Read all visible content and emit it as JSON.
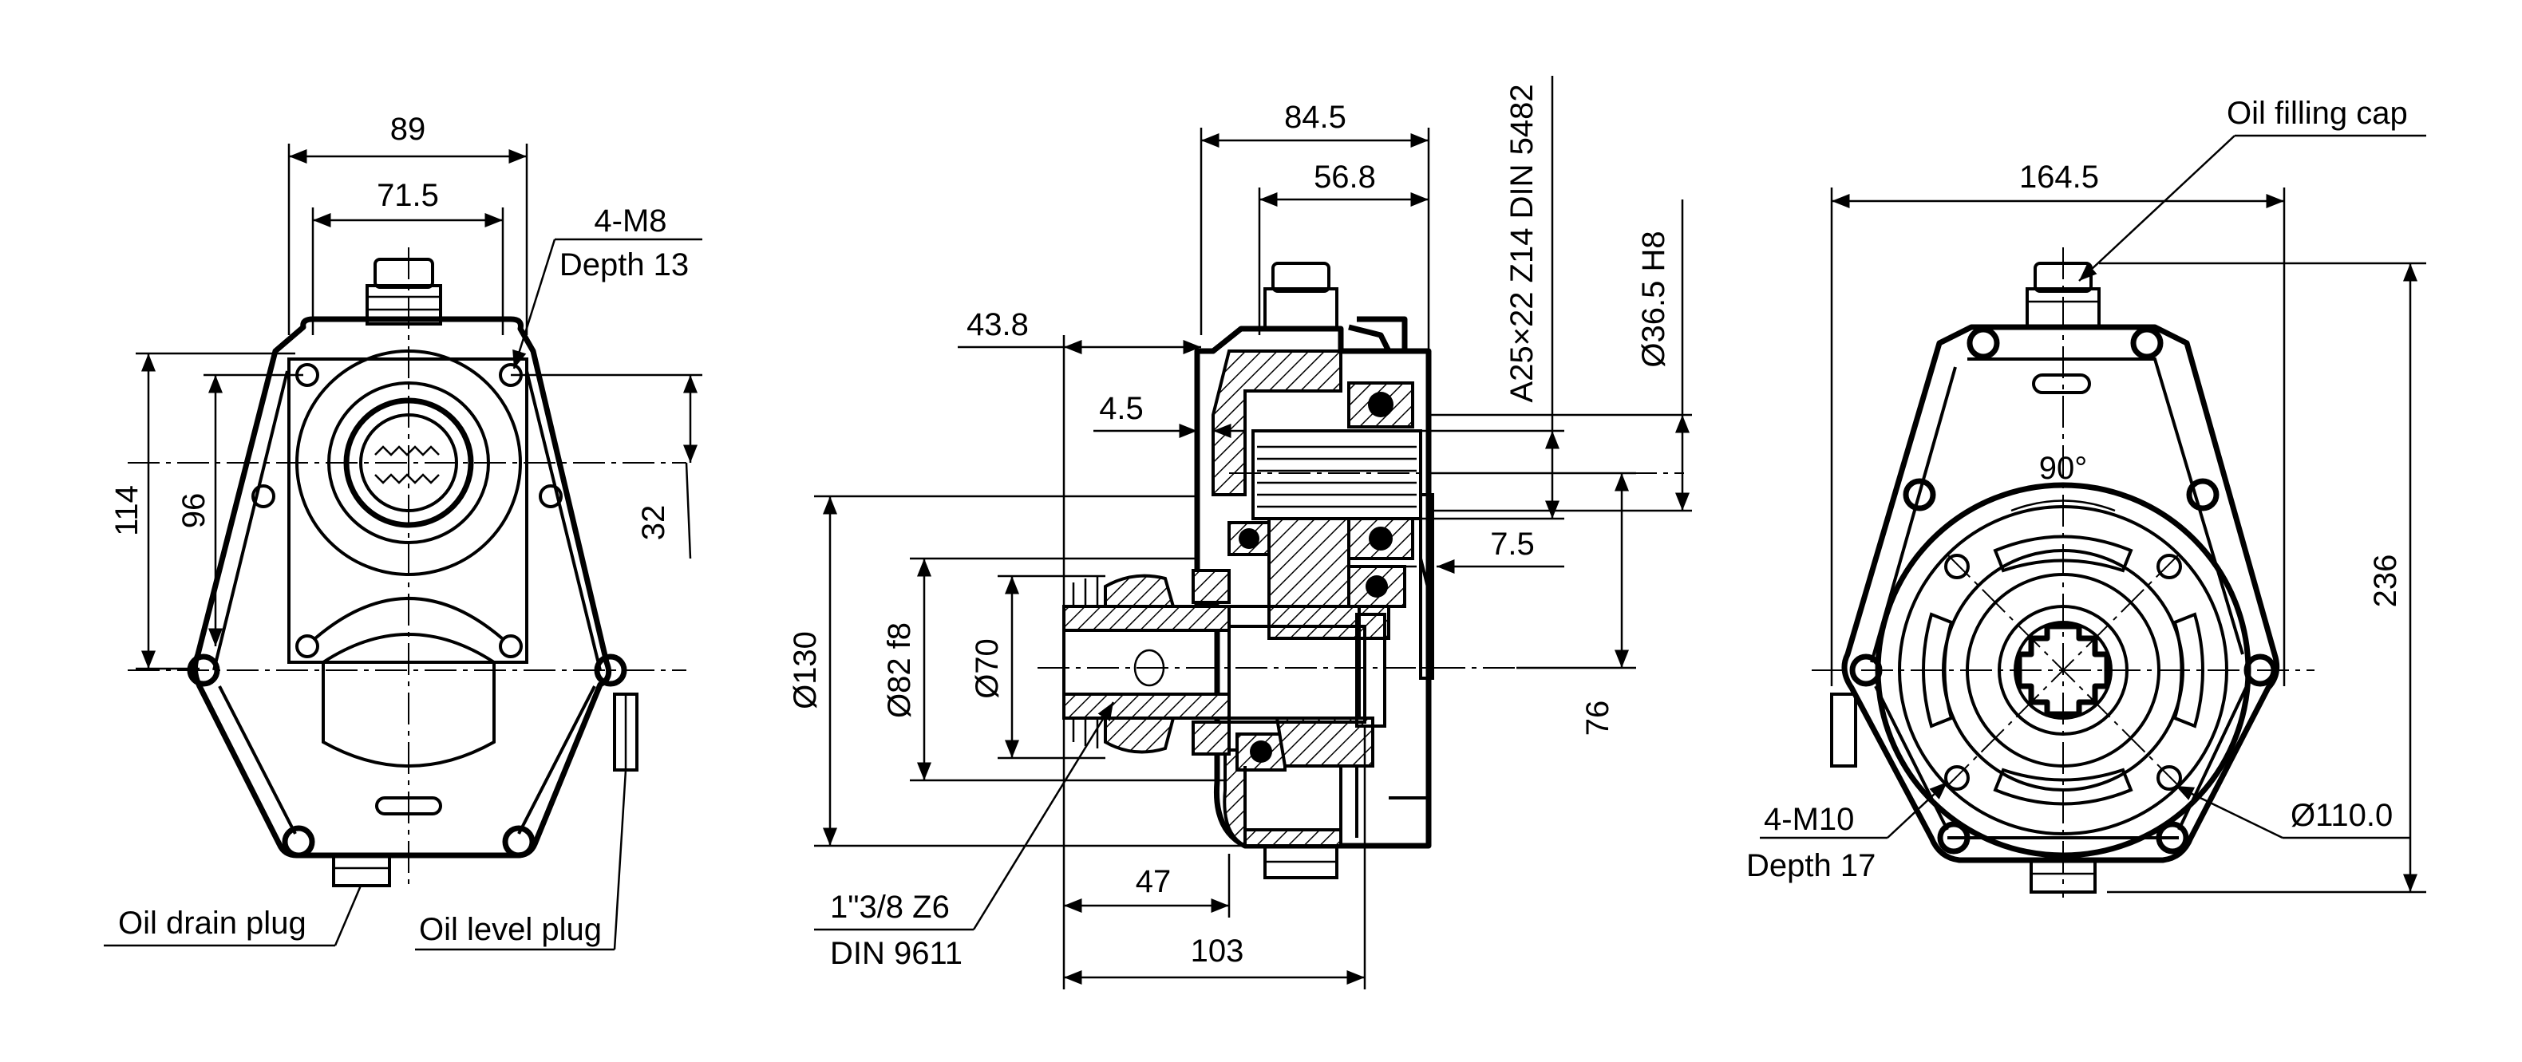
{
  "front_view": {
    "dims": {
      "width_outer": "89",
      "width_inner": "71.5",
      "height_114": "114",
      "height_96": "96",
      "offset_32": "32"
    },
    "labels": {
      "thread_top": "4-M8",
      "depth_top": "Depth 13",
      "drain_plug": "Oil drain plug",
      "level_plug": "Oil level plug"
    }
  },
  "side_view": {
    "dims": {
      "len_84_5": "84.5",
      "len_56_8": "56.8",
      "len_43_8": "43.8",
      "len_4_5": "4.5",
      "len_7_5": "7.5",
      "len_47": "47",
      "len_103": "103",
      "dia_130": "Ø130",
      "dia_82": "Ø82  f8",
      "dia_70": "Ø70",
      "height_76": "76",
      "spline_spec": "A25×22 Z14 DIN 5482",
      "bore_dia": "Ø36.5  H8"
    },
    "labels": {
      "shaft_spec": "1\"3/8 Z6",
      "shaft_std": "DIN 9611"
    }
  },
  "rear_view": {
    "dims": {
      "width_164_5": "164.5",
      "height_236": "236",
      "angle": "90°",
      "pcd": "Ø110.0"
    },
    "labels": {
      "filling_cap": "Oil filling cap",
      "thread_bottom": "4-M10",
      "depth_bottom": "Depth 17"
    }
  }
}
